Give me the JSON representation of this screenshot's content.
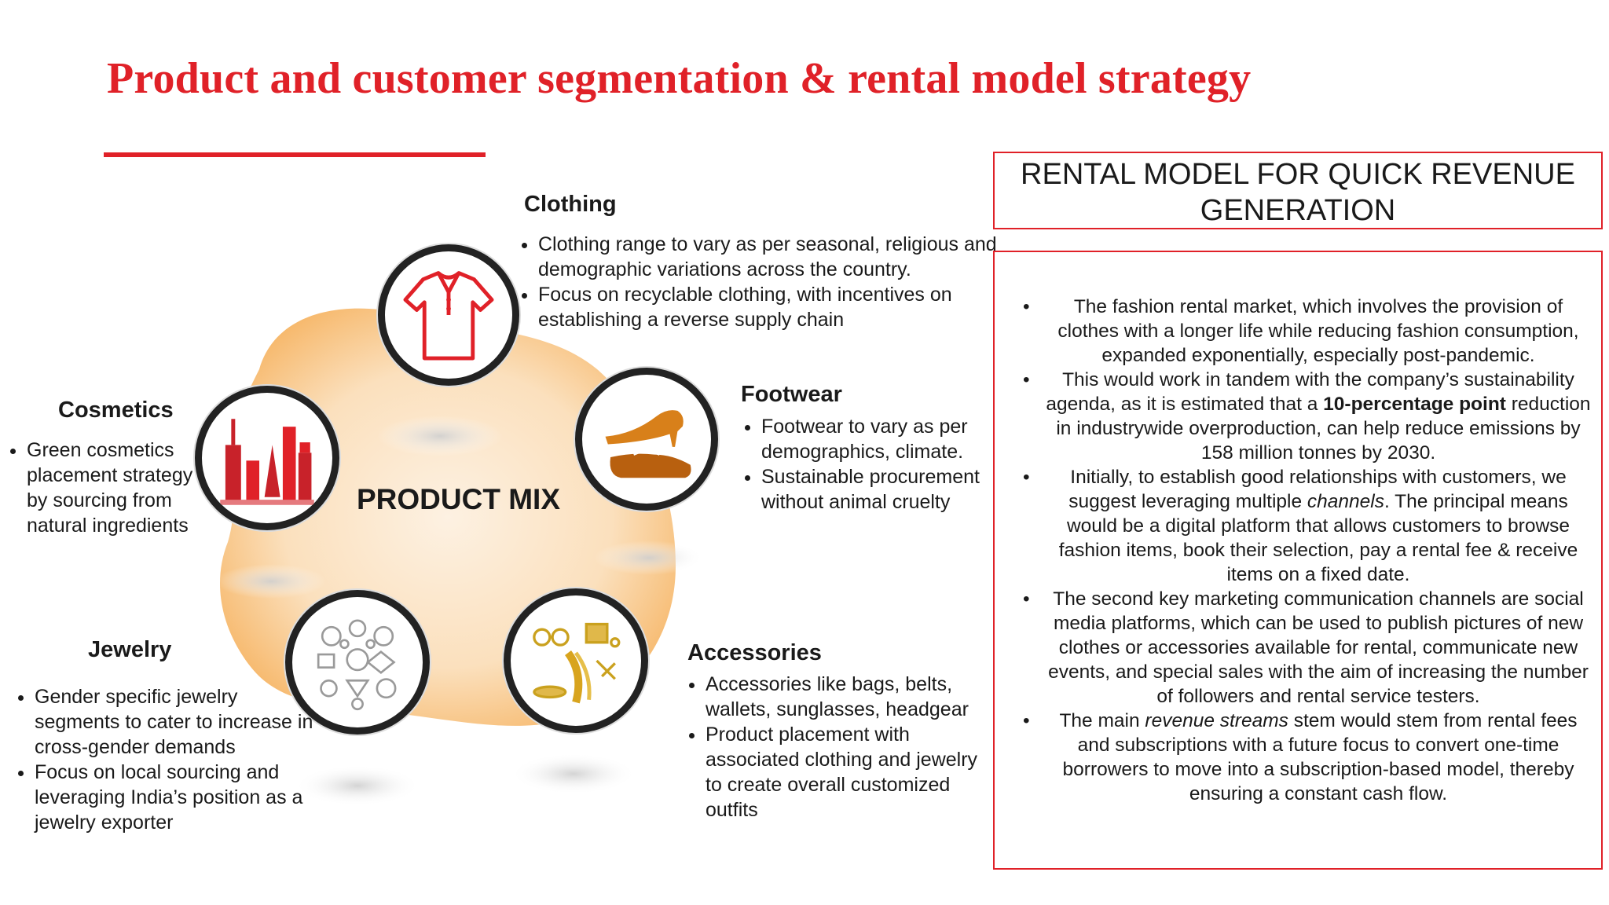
{
  "title": "Product  and customer segmentation & rental model strategy",
  "center_label": "PRODUCT MIX",
  "colors": {
    "accent": "#e02128",
    "blob": "#f7b96a",
    "ring": "#222222"
  },
  "categories": {
    "clothing": {
      "title": "Clothing",
      "icon": "shirt-icon",
      "bullets": [
        "Clothing range to vary as per seasonal, religious and demographic variations across the country.",
        "Focus on recyclable clothing, with incentives on establishing a reverse supply chain"
      ]
    },
    "footwear": {
      "title": "Footwear",
      "icon": "shoe-icon",
      "bullets": [
        "Footwear to vary as per demographics, climate.",
        "Sustainable procurement without animal cruelty"
      ]
    },
    "cosmetics": {
      "title": "Cosmetics",
      "icon": "cosmetics-icon",
      "bullets": [
        "Green cosmetics placement strategy by sourcing from natural ingredients"
      ]
    },
    "jewelry": {
      "title": "Jewelry",
      "icon": "jewelry-icon",
      "bullets": [
        "Gender specific jewelry segments to cater to increase in cross-gender demands",
        "Focus on local sourcing and leveraging India’s position as a jewelry exporter"
      ]
    },
    "accessories": {
      "title": "Accessories",
      "icon": "accessories-icon",
      "bullets": [
        "Accessories like bags, belts, wallets, sunglasses, headgear",
        "Product placement with associated clothing and jewelry to create overall customized outfits"
      ]
    }
  },
  "rental_model": {
    "heading": "RENTAL MODEL FOR QUICK REVENUE GENERATION",
    "points": [
      {
        "text": "The fashion rental market, which involves the provision of clothes with a longer life while reducing fashion consumption, expanded exponentially, especially post-pandemic."
      },
      {
        "before": "This would work in tandem with the company’s sustainability agenda, as it is estimated that a ",
        "bold": "10-percentage point",
        "after": " reduction in industrywide overproduction, can help reduce emissions by 158 million tonnes by 2030."
      },
      {
        "before": "Initially, to establish good relationships with customers, we suggest leveraging multiple ",
        "italic": "channels",
        "after": ". The principal means would be a digital platform that allows customers to browse fashion items, book their selection, pay a rental fee & receive items on a fixed date."
      },
      {
        "text": "The second key marketing communication channels are social media platforms, which can be used to publish pictures of new clothes or accessories available for rental, communicate new events, and special sales with the aim of increasing the number of followers and rental service testers."
      },
      {
        "before": "The main ",
        "italic": "revenue streams",
        "after": " stem would stem from rental fees and subscriptions with a future focus to convert one-time borrowers to move into a subscription-based model, thereby ensuring a constant cash flow."
      }
    ]
  }
}
